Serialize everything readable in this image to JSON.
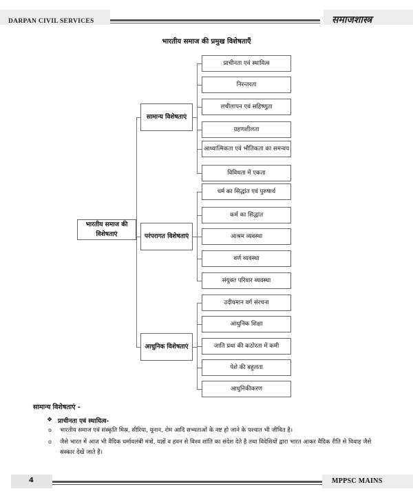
{
  "header": {
    "left_title": "DARPAN CIVIL SERVICES",
    "right_title": "समाजशास्त्र"
  },
  "diagram": {
    "title": "भारतीय समाज की प्रमुख विशेषताएँ",
    "root": "भारतीय समाज की विशेषताएं",
    "categories": [
      {
        "label": "सामान्य विशेषताएं",
        "items": [
          "प्राचीनता एवं स्थायित्व",
          "निरन्तरता",
          "लचीलापन एवं सहिष्णुता",
          "ग्रहणशीलता",
          "आध्यात्मिकता एवं भौतिकता का समन्वय",
          "विविधता में एकता"
        ]
      },
      {
        "label": "परंपरागत विशेषताएं",
        "items": [
          "धर्म का सिद्धांत एवं पुरुषार्थ",
          "कर्म का सिद्धांत",
          "आश्रम व्यवस्था",
          "वर्ण व्यवस्था",
          "संयुक्त परिवार व्यवस्था"
        ]
      },
      {
        "label": "आधुनिक विशेषताएं",
        "items": [
          "उदीयमान वर्ग संरचना",
          "आधुनिक शिक्षा",
          "जाति प्रथा की कठोरता में कमी",
          "पेशे की बहुलता",
          "आधुनिकीकरण"
        ]
      }
    ]
  },
  "content": {
    "section_heading": "सामान्य विशेषताएं -",
    "sub_heading": "प्राचीनता एवं स्थायित्व-",
    "bullets": [
      "भारतीय समाज एवं संस्कृति मिस्र, सीरिया, यूनान, रोम आदि सभ्यताओं के नष्ट हो जाने के पश्चात भी जीवित है।",
      "जैसे भारत में आज भी वैदिक धर्मावलंबी मंत्रो, यज्ञों व हवन से विश्व शांति का संदेश देते है तथा विदेशियों द्वारा भारत आकर वैदिक रीति से विवाह जैसे संस्कार देखें जाते हैं।"
    ]
  },
  "footer": {
    "page_number": "4",
    "right_title": "MPPSC MAINS"
  }
}
